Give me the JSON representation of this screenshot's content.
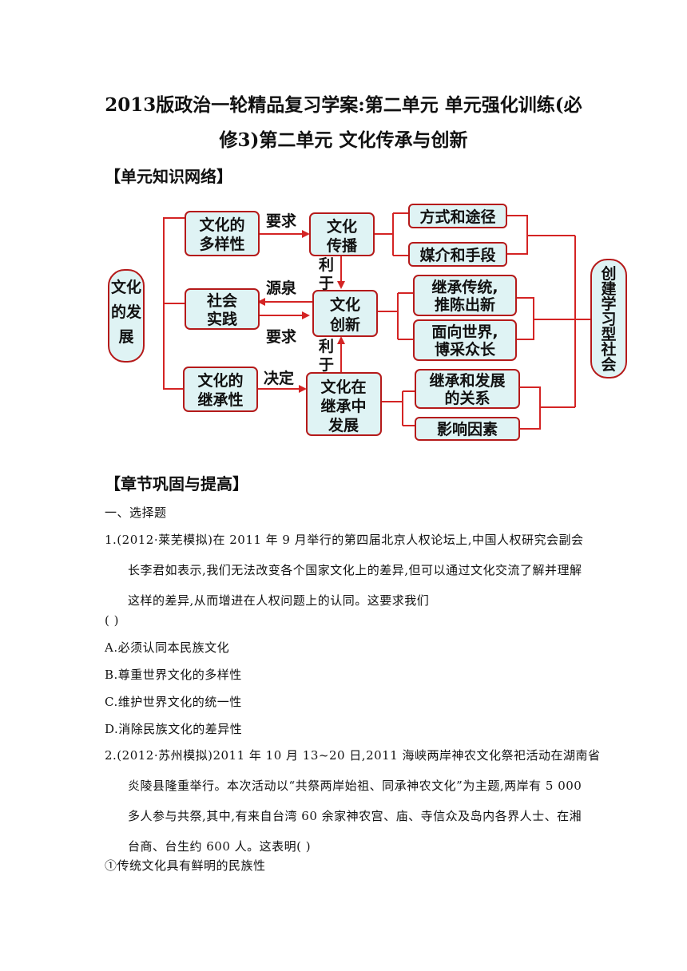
{
  "document": {
    "title_line1": "2013版政治一轮精品复习学案:第二单元 单元强化训练(必",
    "title_line2": "修3)第二单元 文化传承与创新",
    "section_network": "【单元知识网络】",
    "section_review": "【章节巩固与提高】",
    "part_one": "一、选择题"
  },
  "diagram": {
    "root": [
      "文化",
      "的发",
      "展"
    ],
    "diversity": [
      "文化的",
      "多样性"
    ],
    "practice": [
      "社会",
      "实践"
    ],
    "inheritance": [
      "文化的",
      "继承性"
    ],
    "spread": [
      "文化",
      "传播"
    ],
    "innovation": [
      "文化",
      "创新"
    ],
    "develop_in_inherit": [
      "文化在",
      "继承中",
      "发展"
    ],
    "methods": "方式和途径",
    "media": "媒介和手段",
    "tradition": [
      "继承传统,",
      "推陈出新"
    ],
    "world": [
      "面向世界,",
      "博采众长"
    ],
    "relation": [
      "继承和发展",
      "的关系"
    ],
    "factors": "影响因素",
    "learning_society": [
      "创",
      "建",
      "学",
      "习",
      "型",
      "社",
      "会"
    ],
    "label_require1": "要求",
    "label_source": "源泉",
    "label_require2": "要求",
    "label_determine": "决定",
    "label_benefit1": [
      "利",
      "于"
    ],
    "label_benefit2": [
      "利",
      "于"
    ]
  },
  "questions": [
    {
      "lines": [
        "1.(2012·莱芜模拟)在 2011 年 9 月举行的第四届北京人权论坛上,中国人权研究会副会",
        "长李君如表示,我们无法改变各个国家文化上的差异,但可以通过文化交流了解并理解",
        "这样的差异,从而增进在人权问题上的认同。这要求我们"
      ],
      "blank": "(      )",
      "options": [
        "A.必须认同本民族文化",
        "B.尊重世界文化的多样性",
        "C.维护世界文化的统一性",
        "D.消除民族文化的差异性"
      ]
    },
    {
      "lines": [
        "2.(2012·苏州模拟)2011 年 10 月 13~20 日,2011 海峡两岸神农文化祭祀活动在湖南省",
        "炎陵县隆重举行。本次活动以“共祭两岸始祖、同承神农文化”为主题,两岸有 5 000",
        "多人参与共祭,其中,有来自台湾 60 余家神农宫、庙、寺信众及岛内各界人士、在湘",
        "台商、台生约 600 人。这表明(    )"
      ],
      "item1": "①传统文化具有鲜明的民族性"
    }
  ]
}
